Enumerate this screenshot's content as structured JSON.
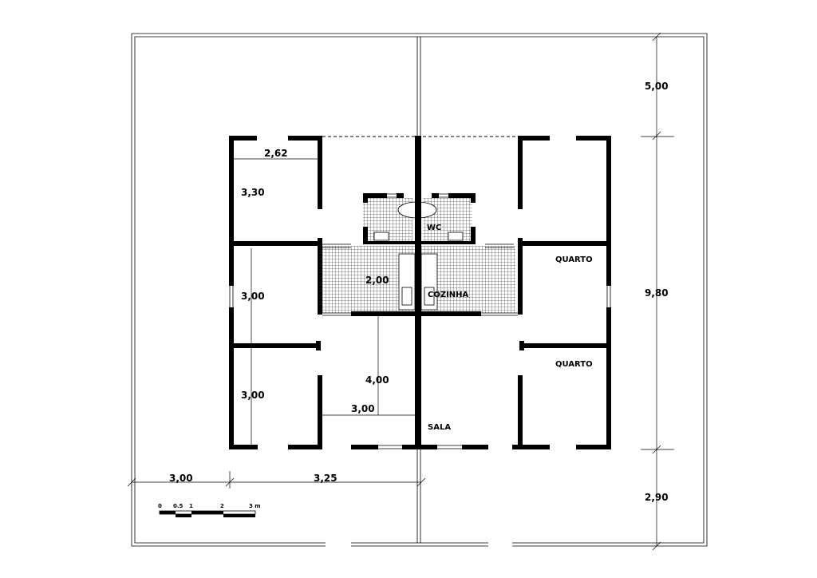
{
  "rooms": {
    "wc": "WC",
    "cozinha": "COZINHA",
    "quarto_upper": "QUARTO",
    "quarto_lower": "QUARTO",
    "sala": "SALA"
  },
  "dimensions": {
    "top_setback": "5,00",
    "house_depth": "9,80",
    "bottom_setback": "2,90",
    "lot_width_left": "3,00",
    "lot_width_right": "3,25",
    "room1_width": "2,62",
    "room1_depth": "3,30",
    "room2_depth": "3,00",
    "room3_depth": "3,00",
    "kitchen_depth": "2,00",
    "sala_depth": "4,00",
    "sala_width": "3,00"
  },
  "scale_bar": {
    "ticks": [
      "0",
      "0.5",
      "1",
      "2",
      "3 m"
    ]
  }
}
